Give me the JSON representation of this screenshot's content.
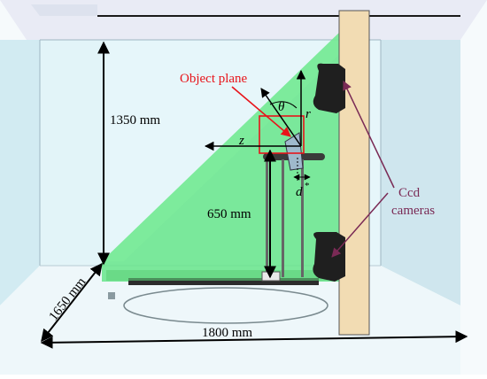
{
  "labels": {
    "object_plane": "Object plane",
    "theta": "θ",
    "r": "r",
    "z": "z",
    "d_star": "d",
    "d_star_sup": "*",
    "height_1350": "1350 mm",
    "height_650": "650 mm",
    "width_1650": "1650 mm",
    "width_1800": "1800 mm",
    "ccd_line1": "Ccd",
    "ccd_line2": "cameras"
  },
  "colors": {
    "laser_sheet": "#66e58a",
    "room_walls": "#dff2f7",
    "ceiling": "#ececf6",
    "wood_board": "#f2dcb3",
    "camera_body": "#1f1f1f",
    "object_plane_text": "#e8141a",
    "ccd_text": "#7a2a55",
    "dimension_lines": "#000000"
  }
}
